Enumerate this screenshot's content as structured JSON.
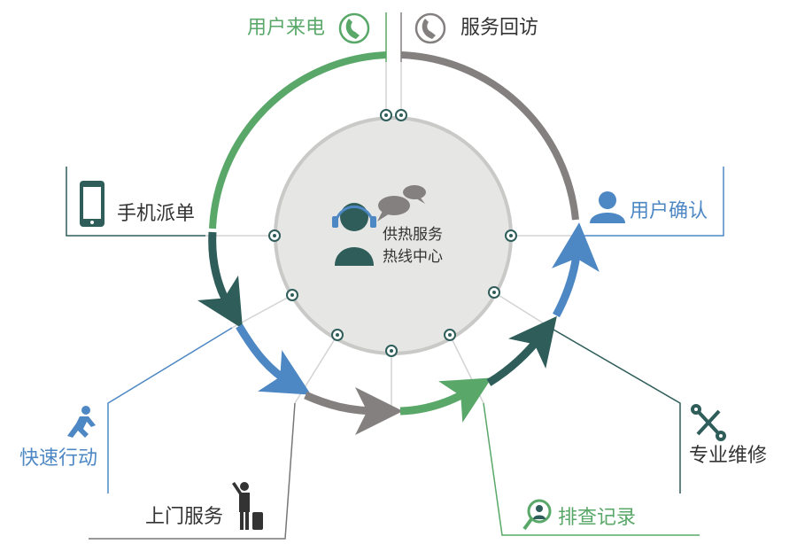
{
  "center": {
    "line1": "供热服务",
    "line2": "热线中心"
  },
  "steps": [
    {
      "id": "incoming-call",
      "label": "用户来电",
      "icon": "phone-icon",
      "color": "#5aa869"
    },
    {
      "id": "service-follow-up",
      "label": "服务回访",
      "icon": "phone-icon",
      "color": "#858080"
    },
    {
      "id": "user-confirm",
      "label": "用户确认",
      "icon": "user-icon",
      "color": "#4d88c4"
    },
    {
      "id": "professional-repair",
      "label": "专业维修",
      "icon": "tools-icon",
      "color": "#2f5d5a"
    },
    {
      "id": "troubleshoot-record",
      "label": "排查记录",
      "icon": "magnifier-user-icon",
      "color": "#5aa869"
    },
    {
      "id": "onsite-service",
      "label": "上门服务",
      "icon": "worker-luggage-icon",
      "color": "#333333"
    },
    {
      "id": "rapid-response",
      "label": "快速行动",
      "icon": "running-person-icon",
      "color": "#4d88c4"
    },
    {
      "id": "mobile-dispatch",
      "label": "手机派单",
      "icon": "smartphone-icon",
      "color": "#333333"
    }
  ],
  "colors": {
    "green": "#5aa869",
    "grey": "#858080",
    "blue": "#4d88c4",
    "teal": "#2f5d5a",
    "hub_fill": "#e6e6e4",
    "hub_stroke": "#c9c9c7"
  }
}
